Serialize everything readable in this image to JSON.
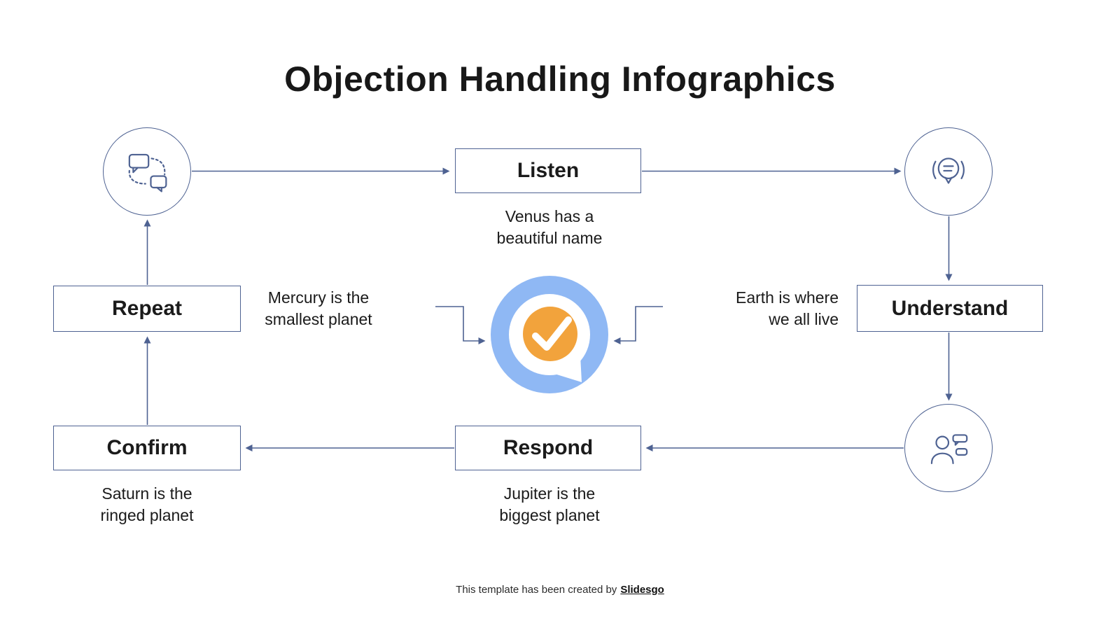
{
  "title": "Objection Handling Infographics",
  "colors": {
    "line": "#4e6292",
    "box_border": "#4e6292",
    "text": "#1b1b1b",
    "bubble_blue": "#8fb8f4",
    "accent_orange": "#f2a33c"
  },
  "steps": {
    "listen": {
      "label": "Listen",
      "desc_line1": "Venus has a",
      "desc_line2": "beautiful name"
    },
    "understand": {
      "label": "Understand",
      "desc_line1": "Earth is where",
      "desc_line2": "we all live"
    },
    "respond": {
      "label": "Respond",
      "desc_line1": "Jupiter is the",
      "desc_line2": "biggest planet"
    },
    "confirm": {
      "label": "Confirm",
      "desc_line1": "Saturn is the",
      "desc_line2": "ringed planet"
    },
    "repeat": {
      "label": "Repeat",
      "desc_line1": "Mercury is the",
      "desc_line2": "smallest planet"
    }
  },
  "icons": {
    "top_left": "conversation-bubbles-icon",
    "top_right": "chat-badge-icon",
    "bottom_right": "person-talking-icon",
    "center": "check-speech-bubble-graphic"
  },
  "footer": {
    "prefix": "This template has been created by",
    "brand": "Slidesgo"
  }
}
